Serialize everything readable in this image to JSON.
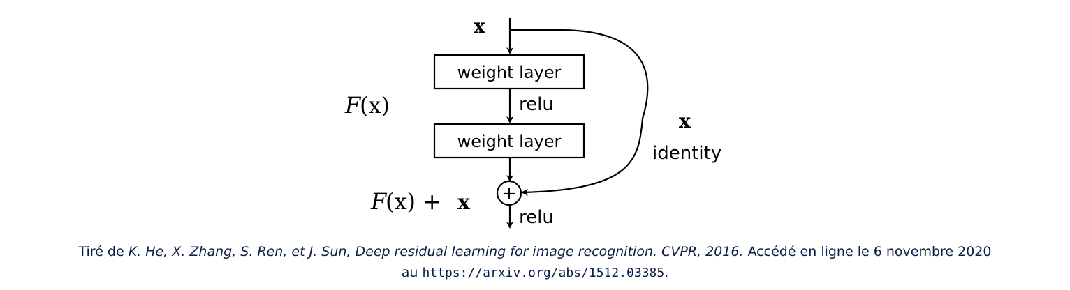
{
  "diagram": {
    "input_label": "x",
    "layer1_label": "weight layer",
    "layer2_label": "weight layer",
    "relu_mid_label": "relu",
    "relu_out_label": "relu",
    "fx_label_F": "F",
    "fx_label_rest": "(x)",
    "fx_sum_F": "F",
    "fx_sum_paren": "(x) +",
    "fx_sum_x": "x",
    "identity_x_label": "x",
    "identity_label": "identity",
    "plus_symbol": "+"
  },
  "caption": {
    "prefix": "Tiré de ",
    "citation": "K. He, X. Zhang, S. Ren, et J. Sun, Deep residual learning for image recognition. CVPR, 2016.",
    "suffix": " Accédé en ligne le 6 novembre 2020",
    "line2_prefix": "au ",
    "url": "https://arxiv.org/abs/1512.03385",
    "line2_suffix": "."
  }
}
